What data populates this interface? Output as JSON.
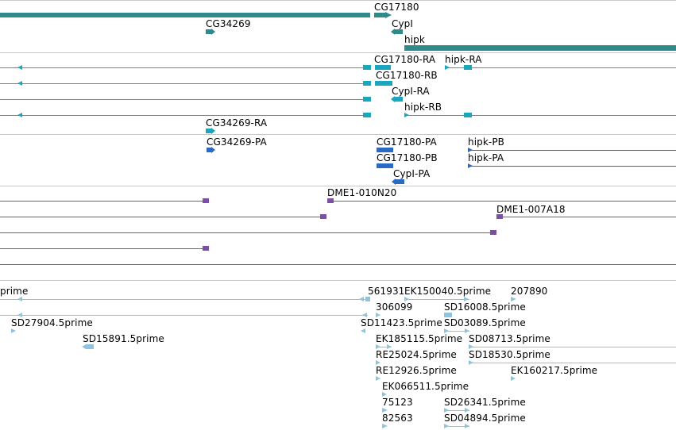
{
  "colors": {
    "gene": "#2f8a8a",
    "transcript": "#1aa6bd",
    "cds": "#2b6ac4",
    "clone": "#7a4fa6",
    "est": "#8fc4de",
    "separator": "#c8c8c8"
  },
  "gene_track": {
    "labels": [
      "CG17180",
      "CG34269",
      "CypI",
      "hipk"
    ]
  },
  "transcript_track": {
    "labels": [
      "CG17180-RA",
      "hipk-RA",
      "CG17180-RB",
      "CypI-RA",
      "hipk-RB",
      "CG34269-RA"
    ]
  },
  "cds_track": {
    "labels": [
      "CG34269-PA",
      "CG17180-PA",
      "hipk-PB",
      "CG17180-PB",
      "hipk-PA",
      "CypI-PA"
    ]
  },
  "clone_track": {
    "labels": [
      "DME1-010N20",
      "DME1-007A18"
    ]
  },
  "est_track": {
    "labels": [
      "prime",
      "561931",
      "EK150040.5prime",
      "207890",
      "306099",
      "SD16008.5prime",
      "SD27904.5prime",
      "SD11423.5prime",
      "SD03089.5prime",
      "SD15891.5prime",
      "EK185115.5prime",
      "SD08713.5prime",
      "RE25024.5prime",
      "SD18530.5prime",
      "RE12926.5prime",
      "EK160217.5prime",
      "EK066511.5prime",
      "75123",
      "SD26341.5prime",
      "82563",
      "SD04894.5prime"
    ]
  }
}
